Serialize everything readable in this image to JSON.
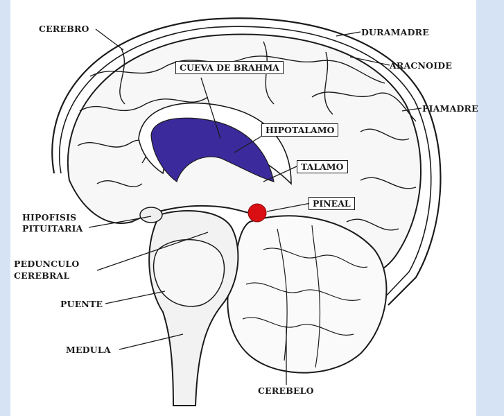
{
  "colors": {
    "background_side": "#d6e3f4",
    "panel": "#ffffff",
    "ink": "#1b1b1b",
    "ventricle": "#3b2a9c",
    "pineal_marker": "#d90f14"
  },
  "labels": {
    "cerebro": "CEREBRO",
    "duramadre": "DURAMADRE",
    "aracnoide": "ARACNOIDE",
    "piamadre": "PIAMADRE",
    "cueva_de_brahma": "CUEVA DE BRAHMA",
    "hipotalamo": "HIPOTALAMO",
    "talamo": "TALAMO",
    "pineal": "PINEAL",
    "hipofisis_line1": "HIPOFISIS",
    "hipofisis_line2": "PITUITARIA",
    "pedunculo_line1": "PEDUNCULO",
    "pedunculo_line2": "CEREBRAL",
    "puente": "PUENTE",
    "medula": "MEDULA",
    "cerebelo": "CEREBELO"
  }
}
